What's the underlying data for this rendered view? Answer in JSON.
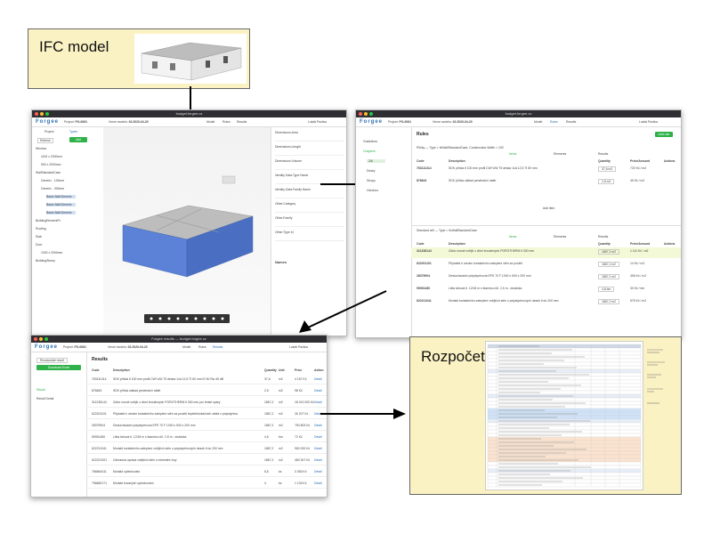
{
  "labels": {
    "ifc_model": "IFC model",
    "rozpocet": "Rozpočet"
  },
  "app": {
    "brand": "Forgee",
    "project_label": "Project:",
    "project_value": "PO-0061",
    "version_label": "Verze modelu:",
    "version_value": "02.2020-04-20",
    "nav": [
      "Model",
      "Rules",
      "Results"
    ],
    "user": "Lukáš Pavlica",
    "window_title": "budget.forgee.cz"
  },
  "screen_model": {
    "tabs": [
      "Project",
      "Types"
    ],
    "tree": [
      "Window",
      "1100 x 2200mm",
      "900 x 2000mm",
      "WallStandardCase",
      "Generic - 100mm",
      "Generic - 300mm",
      "Basic Wall:Generic",
      "Basic Wall:Generic",
      "Basic Wall:Generic",
      "BuildingElementPr",
      "Roofing",
      "Slab",
      "Door",
      "1000 x 2000mm",
      "BuildingStorey"
    ],
    "buttons": {
      "refresh": "Refresh",
      "add": "Add"
    },
    "props": [
      "Dimensions:Area",
      "Dimensions:Length",
      "Dimensions:Volume",
      "Identity Data:Type Name",
      "Identity Data:Family Name",
      "Other:Category",
      "Other:Family",
      "Other:Type Id"
    ],
    "names_header": "Names"
  },
  "screen_rules": {
    "sidebar": [
      "Guidelines",
      "Chapters",
      "Zdi",
      "Desky",
      "Stropy",
      "Všechno"
    ],
    "title": "Rules",
    "add_rule": "Add rule",
    "section1": "Přičky — Type = IfcWallStandardCase, Construction-Width = 100",
    "section2": "Standard cell — Type = IfcWallStandardCase",
    "columns": [
      "Code",
      "Description",
      "Quantity",
      "Price/Amount",
      "Actions"
    ],
    "tags": [
      "Items",
      "Elements",
      "Results"
    ],
    "rows1": [
      {
        "code": "763111314",
        "desc": "SDK příčka tl 100 mm profil CW+UW 75 deska 1xA 12,5 TI 60 mm",
        "qty": "37,6 m2",
        "price": "720 Kč / m2"
      },
      {
        "code": "876643",
        "desc": "SDK příčka základ penetrační nátěr",
        "qty": "2,5 m2",
        "price": "45 Kč / m2"
      }
    ],
    "add_item": "Add item",
    "rows2": [
      {
        "code": "311238144",
        "desc": "Zdivo nosné vnější z cihel broušených POROTHERM tl 300 mm",
        "qty": "1867,2 m2",
        "price": "1 111 Kč / m2"
      },
      {
        "code": "622201101",
        "desc": "Příplatek k cenám kontaktního zateplení stěn za použití",
        "qty": "1867,2 m2",
        "price": "14 Kč / m2"
      },
      {
        "code": "28375904",
        "desc": "Deska fasádní polystyrénová EPS 70 F 1000 x 500 x 200 mm",
        "qty": "1867,2 m2",
        "price": "406 Kč / m2"
      },
      {
        "code": "59051480",
        "desc": "Lišta tahová tl. 12/18 m s tkaninou šíř. 2,5 m - dodávka",
        "qty": "4,6 bm",
        "price": "30 Kč / bm"
      },
      {
        "code": "622211041",
        "desc": "Montáž kontaktního zateplení vnějších stěn z polystyrénových desek tl do 200 mm",
        "qty": "1867,2 m2",
        "price": "575 Kč / m2"
      }
    ]
  },
  "screen_results": {
    "window_title": "Forgee results — budget.forgee.cz",
    "sidebar": [
      "Recalculate result",
      "Download Excel",
      "Result",
      "Result Detail"
    ],
    "title": "Results",
    "columns": [
      "Code",
      "Description",
      "Quantity",
      "Unit",
      "Price",
      "Action"
    ],
    "rows": [
      {
        "code": "763111314",
        "desc": "SDK příčka tl 100 mm profil CW+UW 75 deska 1xA 12,5 TI 60 mm EI 30 Rw 45 dB",
        "qty": "37,6",
        "unit": "m2",
        "price": "4 157 Kč"
      },
      {
        "code": "876643",
        "desc": "SDK příčka základ penetrační nátěr",
        "qty": "2,5",
        "unit": "m2",
        "price": "98 Kč"
      },
      {
        "code": "311238144",
        "desc": "Zdivo nosné vnější z cihel broušených POROTHERM tl 300 mm pro tenké spáry",
        "qty": "1867,2",
        "unit": "m2",
        "price": "18 413 000 Kč"
      },
      {
        "code": "622201101",
        "desc": "Příplatek k cenám kontaktního zateplení stěn za použití tepelněizolačních zátek z polystyrénu",
        "qty": "1867,2",
        "unit": "m2",
        "price": "26 207 Kč"
      },
      {
        "code": "28375904",
        "desc": "Deska fasádní polystyrénová EPS 70 F 1000 x 500 x 200 mm",
        "qty": "1867,2",
        "unit": "m2",
        "price": "753 803 Kč"
      },
      {
        "code": "59051480",
        "desc": "Lišta tahová tl. 12/18 m s tkaninou šíř. 2,5 m - dodávka",
        "qty": "4,6",
        "unit": "bm",
        "price": "72 Kč"
      },
      {
        "code": "622211041",
        "desc": "Montáž kontaktního zateplení vnějších stěn z polystyrénových desek tl do 200 mm",
        "qty": "1867,2",
        "unit": "m2",
        "price": "963 000 Kč"
      },
      {
        "code": "622221001",
        "desc": "Ochranná úprava vnějších stěn z minerální vlny",
        "qty": "1867,2",
        "unit": "m2",
        "price": "463 307 Kč"
      },
      {
        "code": "766664411",
        "desc": "Montáž oplechování",
        "qty": "5,6",
        "unit": "ks",
        "price": "3 353 Kč"
      },
      {
        "code": "796660171",
        "desc": "Montáž kovaných oplechování",
        "qty": "4",
        "unit": "ks",
        "price": "1 133 Kč"
      }
    ],
    "detail": "Detail"
  }
}
